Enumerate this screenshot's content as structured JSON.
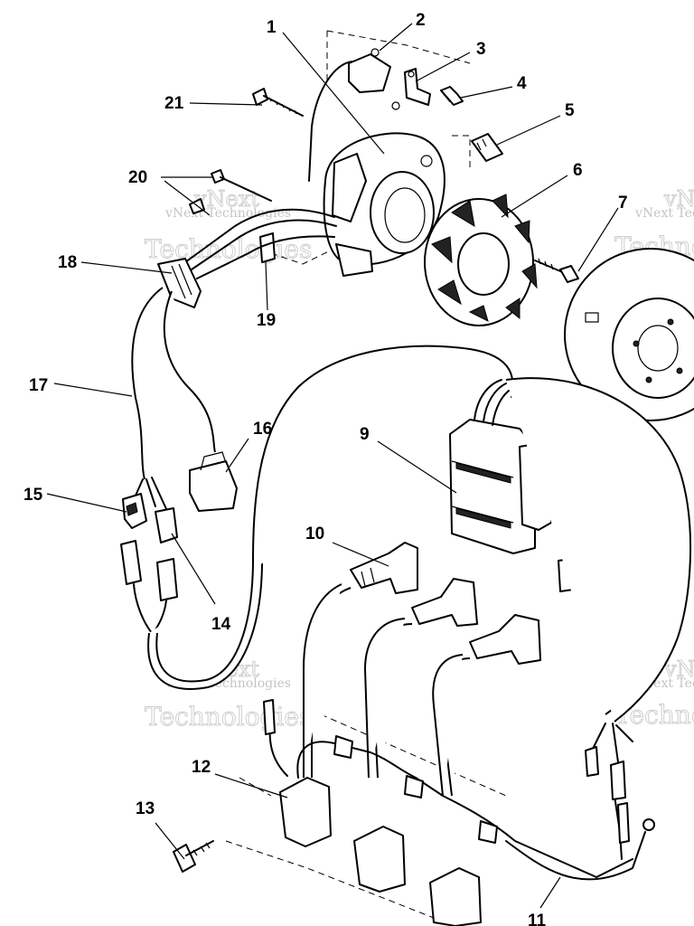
{
  "watermark": {
    "brand_line1": "vNext",
    "brand_line2": "Technologies",
    "full": "vNext Technologies"
  },
  "callouts": [
    {
      "id": "1",
      "label": "1"
    },
    {
      "id": "2",
      "label": "2"
    },
    {
      "id": "3",
      "label": "3"
    },
    {
      "id": "4",
      "label": "4"
    },
    {
      "id": "5",
      "label": "5"
    },
    {
      "id": "6",
      "label": "6"
    },
    {
      "id": "7",
      "label": "7"
    },
    {
      "id": "9",
      "label": "9"
    },
    {
      "id": "10",
      "label": "10"
    },
    {
      "id": "11",
      "label": "11"
    },
    {
      "id": "12",
      "label": "12"
    },
    {
      "id": "13",
      "label": "13"
    },
    {
      "id": "14",
      "label": "14"
    },
    {
      "id": "15",
      "label": "15"
    },
    {
      "id": "16",
      "label": "16"
    },
    {
      "id": "17",
      "label": "17"
    },
    {
      "id": "18",
      "label": "18"
    },
    {
      "id": "19",
      "label": "19"
    },
    {
      "id": "20",
      "label": "20"
    },
    {
      "id": "21",
      "label": "21"
    }
  ]
}
